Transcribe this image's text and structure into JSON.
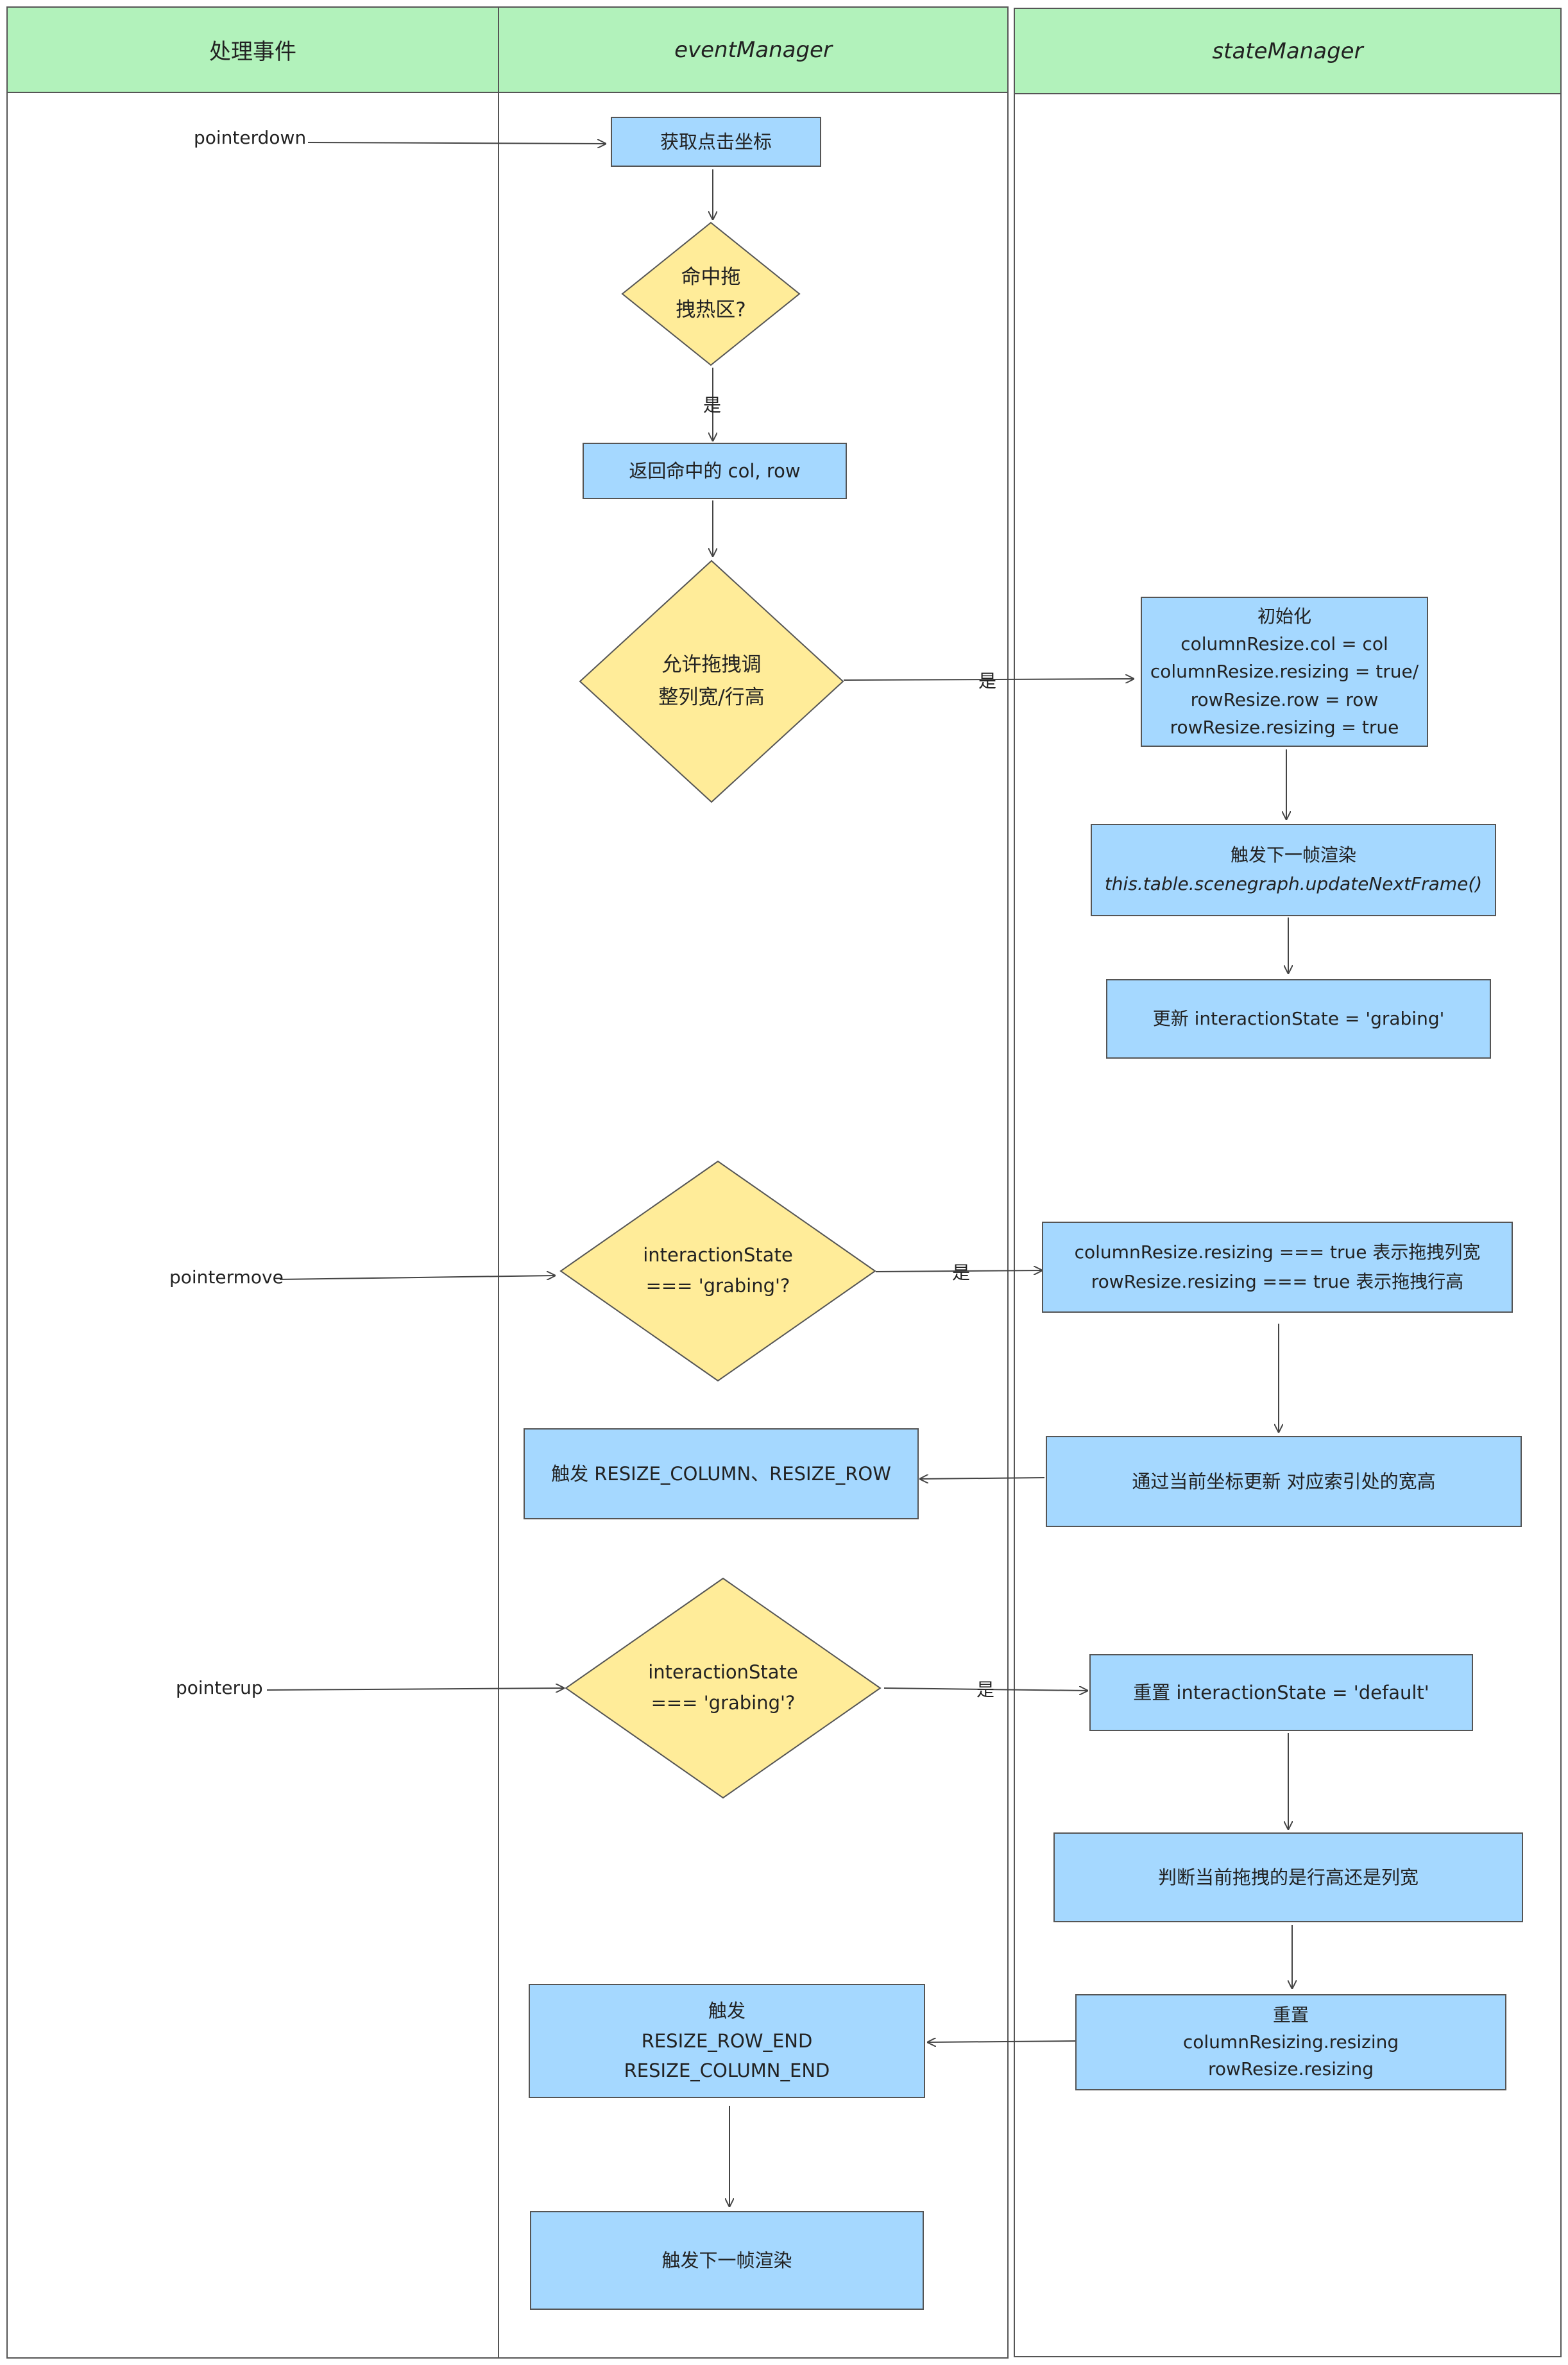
{
  "lanes": {
    "events": "处理事件",
    "event_manager": "eventManager",
    "state_manager": "stateManager"
  },
  "events": {
    "pointerdown": "pointerdown",
    "pointermove": "pointermove",
    "pointerup": "pointerup"
  },
  "yes_label": "是",
  "nodes": {
    "get_coords": "获取点击坐标",
    "hit_zone": [
      "命中拖",
      "拽热区?"
    ],
    "return_col_row": "返回命中的 col, row",
    "allow_resize": [
      "允许拖拽调",
      "整列宽/行高"
    ],
    "init": [
      "初始化",
      "columnResize.col = col",
      "columnResize.resizing = true/",
      "rowResize.row = row",
      "rowResize.resizing = true"
    ],
    "trigger_next_frame_1": [
      "触发下一帧渲染",
      "this.table.scenegraph.updateNextFrame()"
    ],
    "update_state_grabing": "更新 interactionState = 'grabing'",
    "check_grabing_move": [
      "interactionState",
      "===  'grabing'?"
    ],
    "resizing_meaning": [
      "columnResize.resizing === true 表示拖拽列宽",
      "rowResize.resizing  === true 表示拖拽行高"
    ],
    "update_size": "通过当前坐标更新 对应索引处的宽高",
    "trigger_resize": "触发 RESIZE_COLUMN、RESIZE_ROW",
    "check_grabing_up": [
      "interactionState",
      "===  'grabing'?"
    ],
    "reset_state_default": "重置 interactionState = 'default'",
    "judge_row_or_col": "判断当前拖拽的是行高还是列宽",
    "reset_resizing": [
      "重置",
      "columnResizing.resizing",
      "rowResize.resizing"
    ],
    "trigger_end": [
      "触发",
      "RESIZE_ROW_END",
      "RESIZE_COLUMN_END"
    ],
    "trigger_next_frame_2": "触发下一帧渲染"
  },
  "colors": {
    "lane_header": "#b2f2bb",
    "process_box": "#a5d8ff",
    "decision": "#ffec99",
    "stroke": "#555555"
  }
}
